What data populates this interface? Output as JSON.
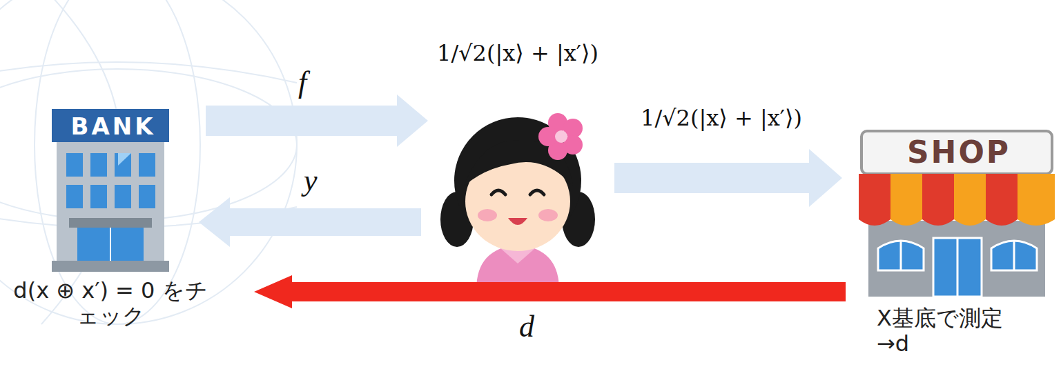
{
  "diagram": {
    "nodes": [
      {
        "text": [
          "BANK",
          "d(x ⊕ x′) = 0 をチェック"
        ]
      },
      {
        "text": [
          "1/√2(|x⟩ + |x′⟩)"
        ]
      },
      {
        "text": [
          "SHOP",
          "X基底で測定 →d"
        ]
      }
    ],
    "edges": [
      {
        "from": 0,
        "to": 1,
        "arrow": "to",
        "label": "f"
      },
      {
        "from": 1,
        "to": 0,
        "arrow": "to",
        "label": "y"
      },
      {
        "from": 1,
        "to": 2,
        "arrow": "to",
        "label": "1/√2(|x⟩ + |x′⟩)"
      },
      {
        "from": 2,
        "to": 0,
        "arrow": "to",
        "label": "d"
      }
    ]
  }
}
